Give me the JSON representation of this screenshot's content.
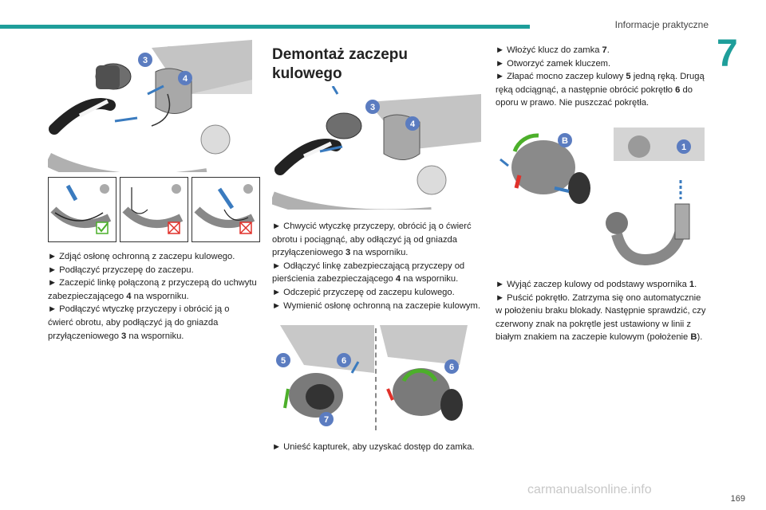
{
  "header": {
    "title": "Informacje praktyczne",
    "chapter": "7",
    "page_number": "169"
  },
  "left": {
    "lines": [
      "► Zdjąć osłonę ochronną z zaczepu kulowego.",
      "► Podłączyć przyczepę do zaczepu.",
      "► Zaczepić linkę połączoną z przyczepą do uchwytu zabezpieczającego ",
      "4",
      " na wsporniku.",
      "► Podłączyć wtyczkę przyczepy i obrócić ją o ćwierć obrotu, aby podłączyć ją do gniazda przyłączeniowego ",
      "3",
      " na wsporniku."
    ]
  },
  "middle": {
    "title": "Demontaż zaczepu kulowego",
    "lines": [
      "► Chwycić wtyczkę przyczepy, obrócić ją o ćwierć obrotu i pociągnąć, aby odłączyć ją od gniazda przyłączeniowego ",
      "3",
      " na wsporniku.",
      "► Odłączyć linkę zabezpieczającą przyczepy od pierścienia zabezpieczającego ",
      "4",
      " na wsporniku.",
      "► Odczepić przyczepę od zaczepu kulowego.",
      "► Wymienić osłonę ochronną na zaczepie kulowym."
    ],
    "bottom_line": "► Unieść kapturek, aby uzyskać dostęp do zamka."
  },
  "right": {
    "lines": [
      "► Włożyć klucz do zamka ",
      "7",
      ".",
      "► Otworzyć zamek kluczem.",
      "► Złapać mocno zaczep kulowy ",
      "5",
      " jedną ręką. Drugą ręką odciągnąć, a następnie obrócić pokrętło ",
      "6",
      " do oporu w prawo. Nie puszczać pokrętła."
    ],
    "lower_lines": [
      "► Wyjąć zaczep kulowy od podstawy wspornika ",
      "1",
      ".",
      "► Puścić pokrętło. Zatrzyma się ono automatycznie w położeniu braku blokady. Następnie sprawdzić, czy czerwony znak na pokrętle jest ustawiony w linii z białym znakiem na zaczepie kulowym (położenie ",
      "B",
      ")."
    ]
  },
  "badges": {
    "b3": "3",
    "b4": "4",
    "b5": "5",
    "b6": "6",
    "b7": "7",
    "b1": "1",
    "bB": "B"
  },
  "colors": {
    "accent": "#1e9e9a",
    "badge": "#5b7cc0",
    "ok": "#4caf2a",
    "bad": "#e0312a"
  },
  "watermark": "carmanualsonline.info"
}
